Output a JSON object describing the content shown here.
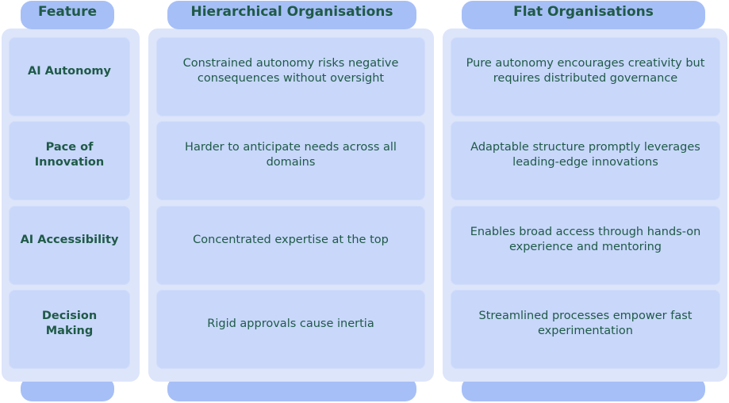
{
  "columns": {
    "feature": "Feature",
    "hierarchical": "Hierarchical Organisations",
    "flat": "Flat Organisations"
  },
  "rows": [
    {
      "feature": "AI Autonomy",
      "hierarchical": "Constrained autonomy risks negative consequences without oversight",
      "flat": "Pure autonomy encourages creativity but requires distributed governance"
    },
    {
      "feature": "Pace of Innovation",
      "hierarchical": "Harder to anticipate needs across all domains",
      "flat": "Adaptable structure promptly leverages leading-edge innovations"
    },
    {
      "feature": "AI Accessibility",
      "hierarchical": "Concentrated expertise at the top",
      "flat": "Enables broad access through hands-on experience and mentoring"
    },
    {
      "feature": "Decision Making",
      "hierarchical": "Rigid approvals cause inertia",
      "flat": "Streamlined processes empower fast experimentation"
    }
  ],
  "colors": {
    "header_tab": "#a7bff7",
    "panel": "#dde5fb",
    "cell": "#c8d7fa",
    "text": "#1f5a47"
  }
}
